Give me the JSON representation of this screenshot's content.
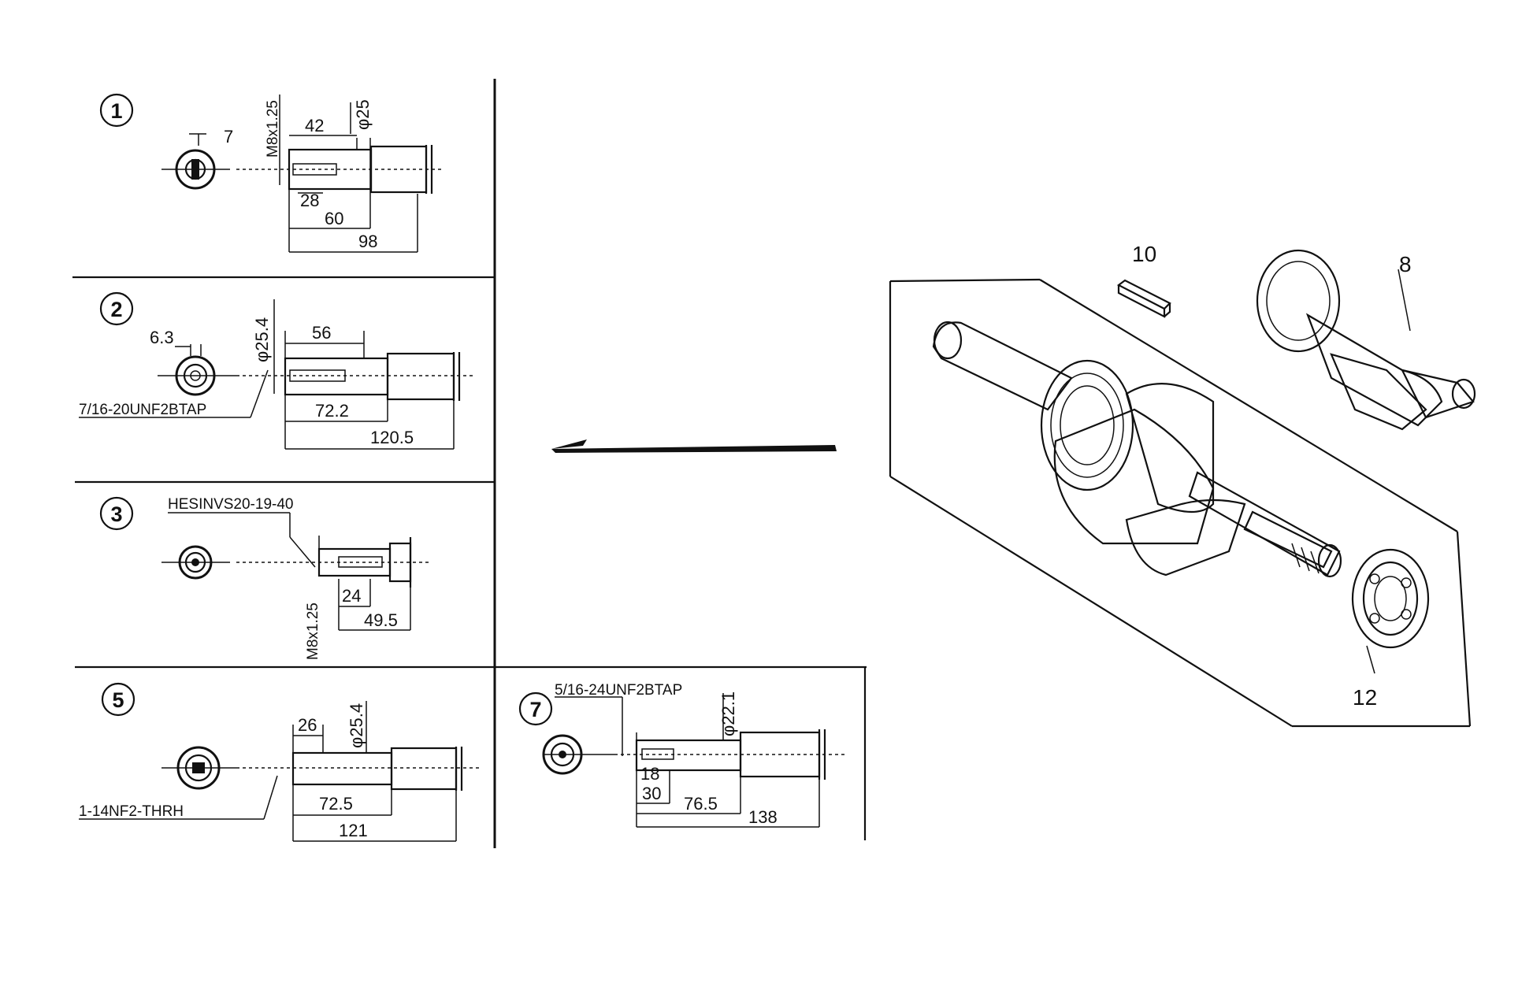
{
  "variants": [
    {
      "number": "1",
      "dims": [
        "7",
        "42",
        "M8x1.25",
        "φ25",
        "28",
        "60",
        "98"
      ]
    },
    {
      "number": "2",
      "dims": [
        "6.3",
        "56",
        "φ25.4",
        "72.2",
        "120.5"
      ],
      "note": "7/16-20UNF2BTAP"
    },
    {
      "number": "3",
      "dims": [
        "24",
        "49.5",
        "M8x1.25"
      ],
      "note": "HESINVS20-19-40"
    },
    {
      "number": "5",
      "dims": [
        "26",
        "φ25.4",
        "72.5",
        "121"
      ],
      "note": "1-14NF2-THRH"
    },
    {
      "number": "7",
      "dims": [
        "φ22.1",
        "18",
        "30",
        "76.5",
        "138"
      ],
      "note": "5/16-24UNF2BTAP"
    }
  ],
  "callouts": {
    "gear": "8",
    "key": "10",
    "bearing": "12"
  }
}
